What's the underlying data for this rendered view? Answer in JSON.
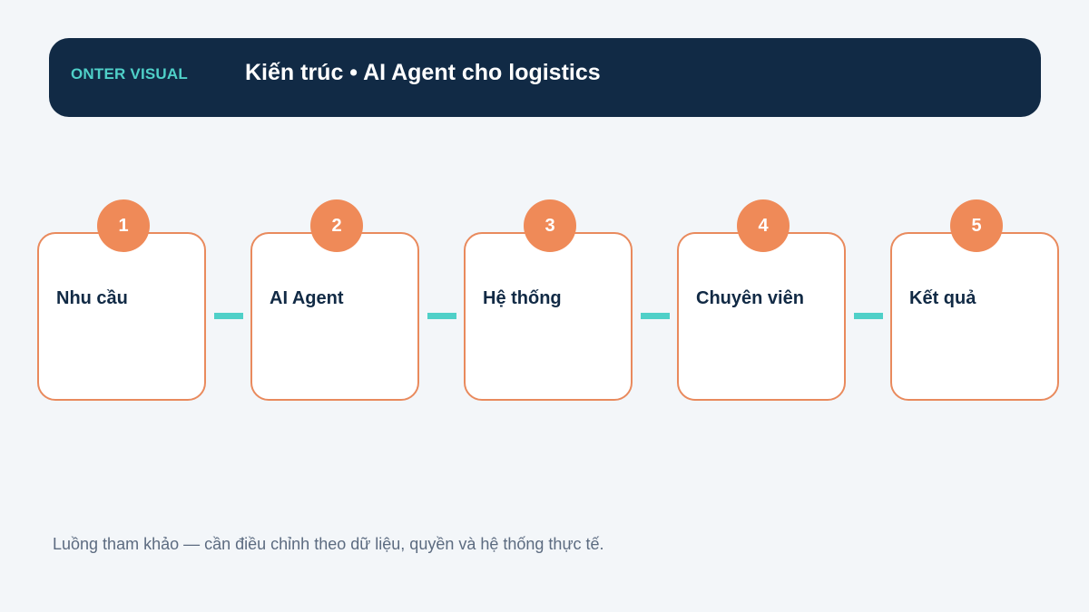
{
  "header": {
    "brand": "ONTER VISUAL",
    "title": "Kiến trúc • AI Agent cho logistics"
  },
  "steps": [
    {
      "number": "1",
      "label": "Nhu cầu"
    },
    {
      "number": "2",
      "label": "AI Agent"
    },
    {
      "number": "3",
      "label": "Hệ thống"
    },
    {
      "number": "4",
      "label": "Chuyên viên"
    },
    {
      "number": "5",
      "label": "Kết quả"
    }
  ],
  "footnote": "Luồng tham khảo — cần điều chỉnh theo dữ liệu, quyền và hệ thống thực tế.",
  "colors": {
    "header_bg": "#112a45",
    "accent_teal": "#4fd0c8",
    "accent_orange": "#ef8a58",
    "card_border": "#e98a5d"
  }
}
